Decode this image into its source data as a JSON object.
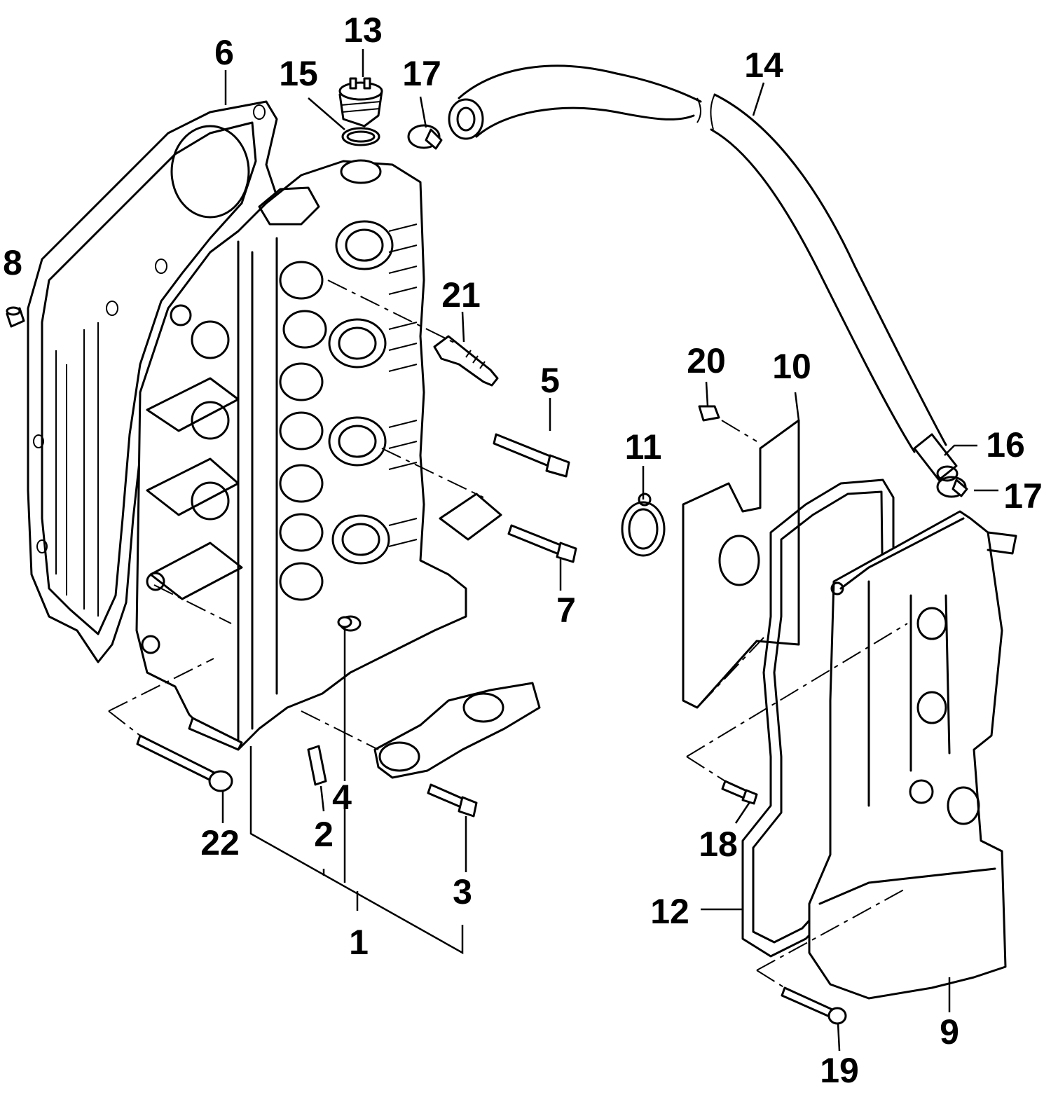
{
  "callouts": {
    "c1": "1",
    "c2": "2",
    "c3": "3",
    "c4": "4",
    "c5": "5",
    "c6": "6",
    "c7": "7",
    "c8": "8",
    "c9": "9",
    "c10": "10",
    "c11": "11",
    "c12": "12",
    "c13": "13",
    "c14": "14",
    "c15": "15",
    "c16": "16",
    "c17a": "17",
    "c17b": "17",
    "c18": "18",
    "c19": "19",
    "c20": "20",
    "c21": "21",
    "c22": "22"
  }
}
